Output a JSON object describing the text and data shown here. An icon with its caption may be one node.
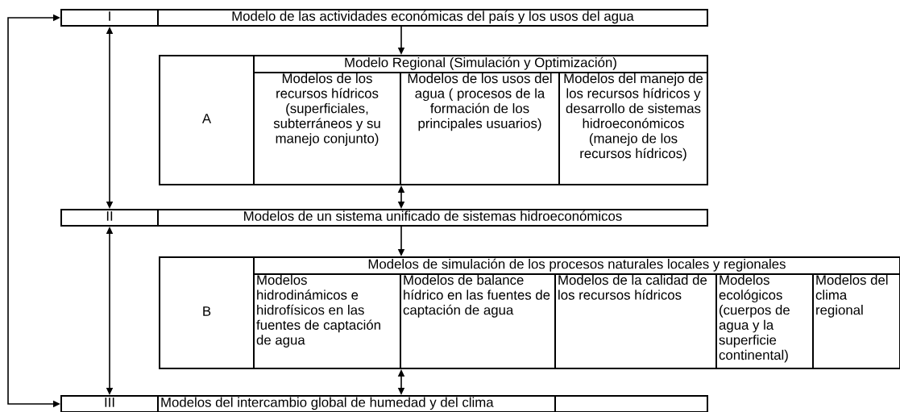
{
  "diagram": {
    "nodes": [
      {
        "text": [
          "I"
        ]
      },
      {
        "text": [
          "Modelo de las actividades económicas del país y los usos del agua"
        ]
      },
      {
        "text": [
          "A"
        ]
      },
      {
        "text": [
          "Modelo Regional (Simulación y Optimización)"
        ]
      },
      {
        "text": [
          "Modelos de los recursos hídricos (superficiales, subterráneos y su manejo conjunto)"
        ]
      },
      {
        "text": [
          "Modelos de los usos del agua ( procesos de la formación de los principales usuarios)"
        ]
      },
      {
        "text": [
          "Modelos del manejo de los recursos hídricos y desarrollo de sistemas hidroeconómicos (manejo de los recursos hídricos)"
        ]
      },
      {
        "text": [
          "II"
        ]
      },
      {
        "text": [
          "Modelos de un sistema unificado de sistemas hidroeconómicos"
        ]
      },
      {
        "text": [
          "B"
        ]
      },
      {
        "text": [
          "Modelos de simulación  de los procesos naturales locales y regionales"
        ]
      },
      {
        "text": [
          "Modelos hidrodinámicos e hidrofísicos en las fuentes de captación de agua"
        ]
      },
      {
        "text": [
          "Modelos de balance hídrico en las fuentes de captación de agua"
        ]
      },
      {
        "text": [
          "Modelos de la calidad de los recursos hídricos"
        ]
      },
      {
        "text": [
          "Modelos ecológicos (cuerpos de agua y la superficie continental)"
        ]
      },
      {
        "text": [
          "Modelos del clima regional"
        ]
      },
      {
        "text": [
          "III"
        ]
      },
      {
        "text": [
          "Modelos  del intercambio global de humedad y del clima"
        ]
      },
      {
        "text": [],
        "shape": "box"
      }
    ],
    "edges": [
      {
        "from": 0,
        "to": 16,
        "arrow": "both"
      },
      {
        "from": 0,
        "to": 7,
        "arrow": "both"
      },
      {
        "from": 7,
        "to": 16,
        "arrow": "both"
      },
      {
        "from": 1,
        "to": 3,
        "arrow": "to"
      },
      {
        "from": 4,
        "to": 8,
        "arrow": "both"
      },
      {
        "from": 8,
        "to": 10,
        "arrow": "to"
      },
      {
        "from": 11,
        "to": 17,
        "arrow": "both"
      }
    ]
  }
}
